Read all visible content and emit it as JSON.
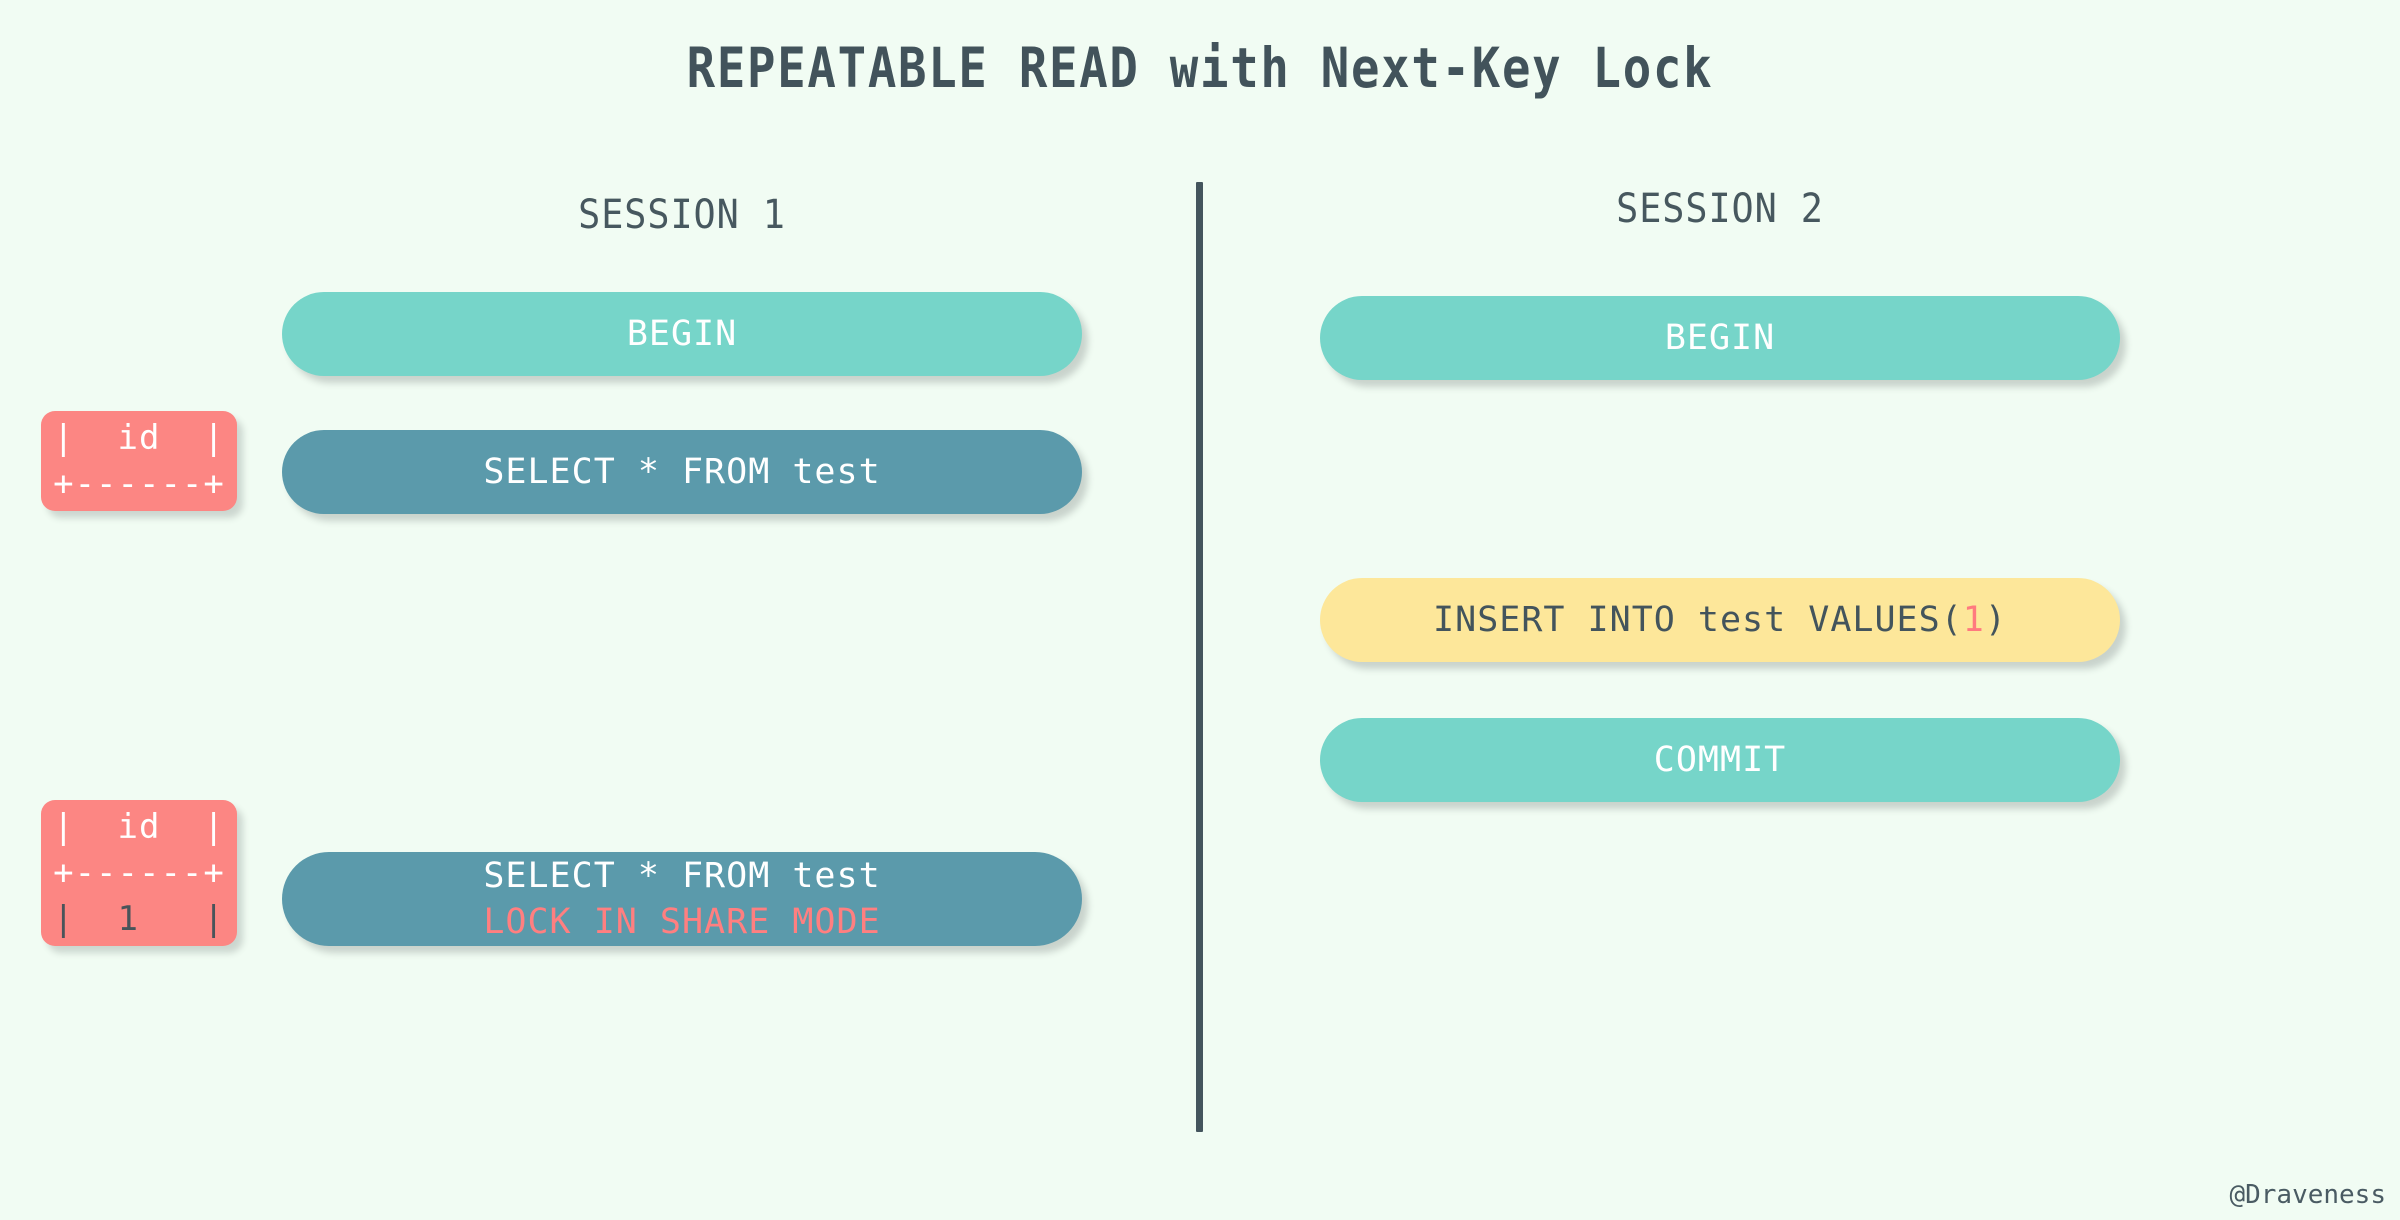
{
  "diagram": {
    "title": "REPEATABLE READ with Next-Key Lock",
    "watermark": "@Draveness",
    "colors": {
      "background": "#f1fcf3",
      "title_text": "#42535b",
      "divider": "#44555d",
      "pill_teal": "#76d5c9",
      "pill_steel": "#5b9aab",
      "pill_yellow": "#fde79a",
      "result_box": "#fc8683",
      "accent_pink": "#ff7a7f",
      "dark_slate_text": "#49545a"
    }
  },
  "sessions": {
    "session1": {
      "header": "SESSION 1",
      "statements": {
        "begin": "BEGIN",
        "select_plain": "SELECT * FROM test",
        "select_locked_line1": "SELECT * FROM test",
        "select_locked_line2": "LOCK IN SHARE MODE"
      },
      "results": [
        {
          "rows": [
            "|  id  |",
            "+------+"
          ]
        },
        {
          "rows": [
            "|  id  |",
            "+------+",
            "|  1   |"
          ]
        }
      ]
    },
    "session2": {
      "header": "SESSION 2",
      "statements": {
        "begin": "BEGIN",
        "insert_prefix": "INSERT INTO test VALUES(",
        "insert_value": "1",
        "insert_suffix": ")",
        "commit": "COMMIT"
      }
    }
  }
}
